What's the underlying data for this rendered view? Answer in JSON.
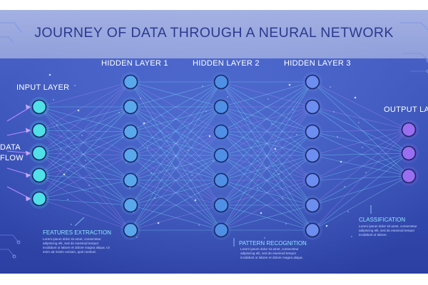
{
  "title": "JOURNEY OF DATA THROUGH A NEURAL NETWORK",
  "layers": [
    {
      "label": "INPUT LAYER",
      "nodes": 5,
      "color": "#4fe0e8"
    },
    {
      "label": "HIDDEN LAYER 1",
      "nodes": 7,
      "color": "#5aa8ec"
    },
    {
      "label": "HIDDEN LAYER 2",
      "nodes": 7,
      "color": "#4f8fe6"
    },
    {
      "label": "HIDDEN LAYER 3",
      "nodes": 7,
      "color": "#6c8ef0"
    },
    {
      "label": "OUTPUT LAY",
      "nodes": 3,
      "color": "#9a6ef0"
    }
  ],
  "data_flow": {
    "line1": "DATA",
    "line2": "FLOW"
  },
  "annotations": {
    "features": {
      "heading": "FEATURES EXTRACTION",
      "body": "Lorem ipsum dolor sit amet, consectetur adipiscing elit, sed do eiusmod tempor incididunt ut labore et dolore magna aliqua. Ut enim ad minim veniam, quis nostrud."
    },
    "pattern": {
      "heading": "PATTERN RECOGNITION",
      "body": "Lorem ipsum dolor sit amet, consectetur adipiscing elit, sed do eiusmod tempor incididunt ut labore et dolore magna aliqua."
    },
    "classification": {
      "heading": "CLASSIFICATION",
      "body": "Lorem ipsum dolor sit amet, consectetur adipiscing elit, sed do eiusmod tempor incididunt ut labore."
    }
  },
  "colors": {
    "bg_top": "#4a62c8",
    "bg_bottom": "#2a3fa0",
    "title": "#2b3a8f",
    "connection_cyan": "#7fe9ff",
    "connection_violet": "#b58cff"
  }
}
